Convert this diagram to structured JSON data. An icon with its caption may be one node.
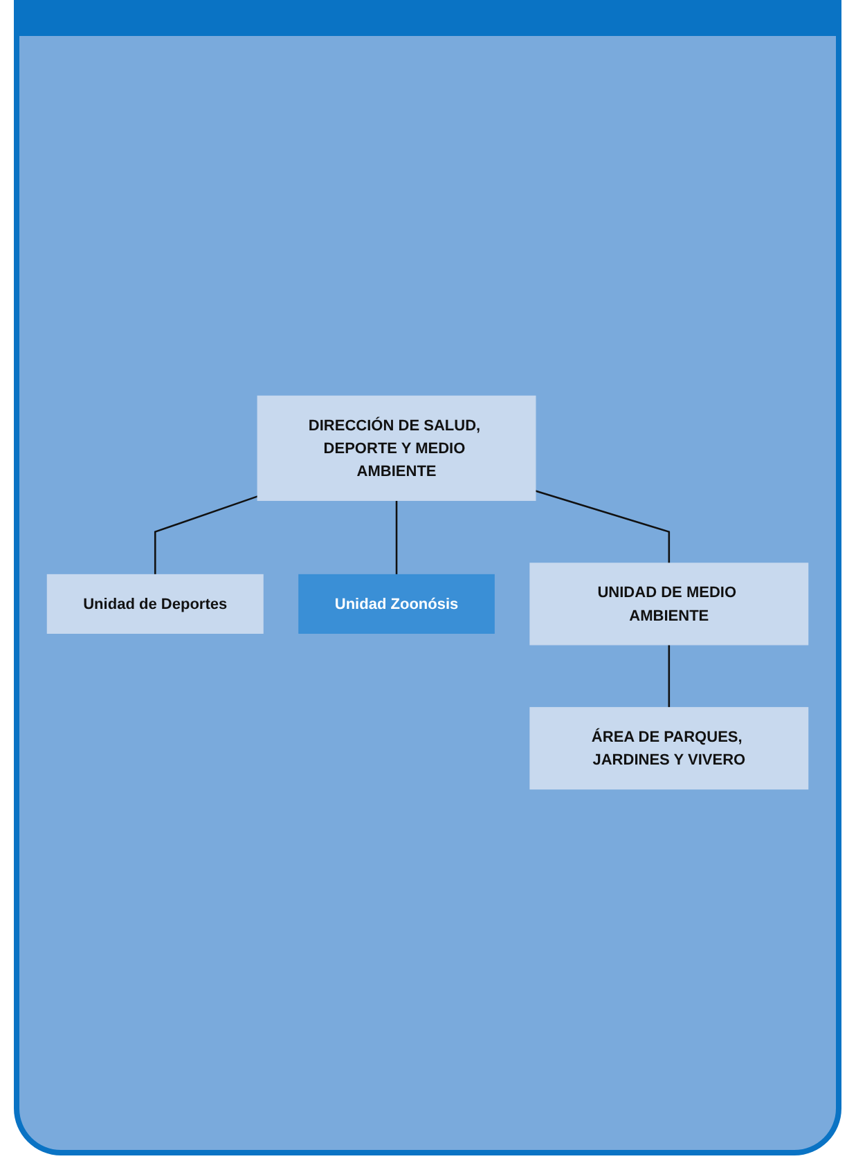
{
  "diagram": {
    "nodes": [
      {
        "text": [
          "DIRECCIÓN DE SALUD, DEPORTE Y MEDIO AMBIENTE"
        ]
      },
      {
        "text": [
          "Unidad de Deportes"
        ]
      },
      {
        "text": [
          "Unidad Zoonósis"
        ]
      },
      {
        "text": [
          "UNIDAD DE MEDIO AMBIENTE"
        ]
      },
      {
        "text": [
          "ÁREA DE PARQUES, JARDINES Y VIVERO"
        ]
      }
    ],
    "edges": [
      {
        "from": 0,
        "to": 1,
        "arrow": "none"
      },
      {
        "from": 0,
        "to": 2,
        "arrow": "none"
      },
      {
        "from": 0,
        "to": 3,
        "arrow": "none"
      },
      {
        "from": 3,
        "to": 4,
        "arrow": "none"
      }
    ]
  }
}
